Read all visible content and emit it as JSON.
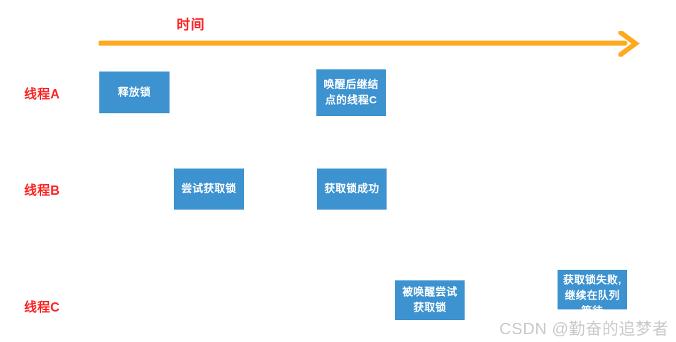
{
  "diagram": {
    "axis": {
      "title": "时间",
      "arrow_color": "#FFA91E",
      "direction": "left-to-right"
    },
    "colors": {
      "box_fill": "#3d92d0",
      "box_text": "#ffffff",
      "label_red": "#fb2424",
      "arrow_orange": "#FFA91E",
      "watermark_gray": "#c9c9c9",
      "background": "#ffffff"
    },
    "lanes": [
      {
        "id": "thread-a",
        "label": "线程A",
        "events": [
          {
            "id": "a-release",
            "text": "释放锁"
          },
          {
            "id": "a-wake",
            "text": "唤醒后继结\n点的线程C"
          }
        ]
      },
      {
        "id": "thread-b",
        "label": "线程B",
        "events": [
          {
            "id": "b-try",
            "text": "尝试获取锁"
          },
          {
            "id": "b-success",
            "text": "获取锁成功"
          }
        ]
      },
      {
        "id": "thread-c",
        "label": "线程C",
        "events": [
          {
            "id": "c-woken",
            "text": "被唤醒尝试\n获取锁"
          },
          {
            "id": "c-failed",
            "text": "获取锁失败,\n继续在队列\n等待"
          }
        ]
      }
    ],
    "watermark": "CSDN @勤奋的追梦者"
  }
}
